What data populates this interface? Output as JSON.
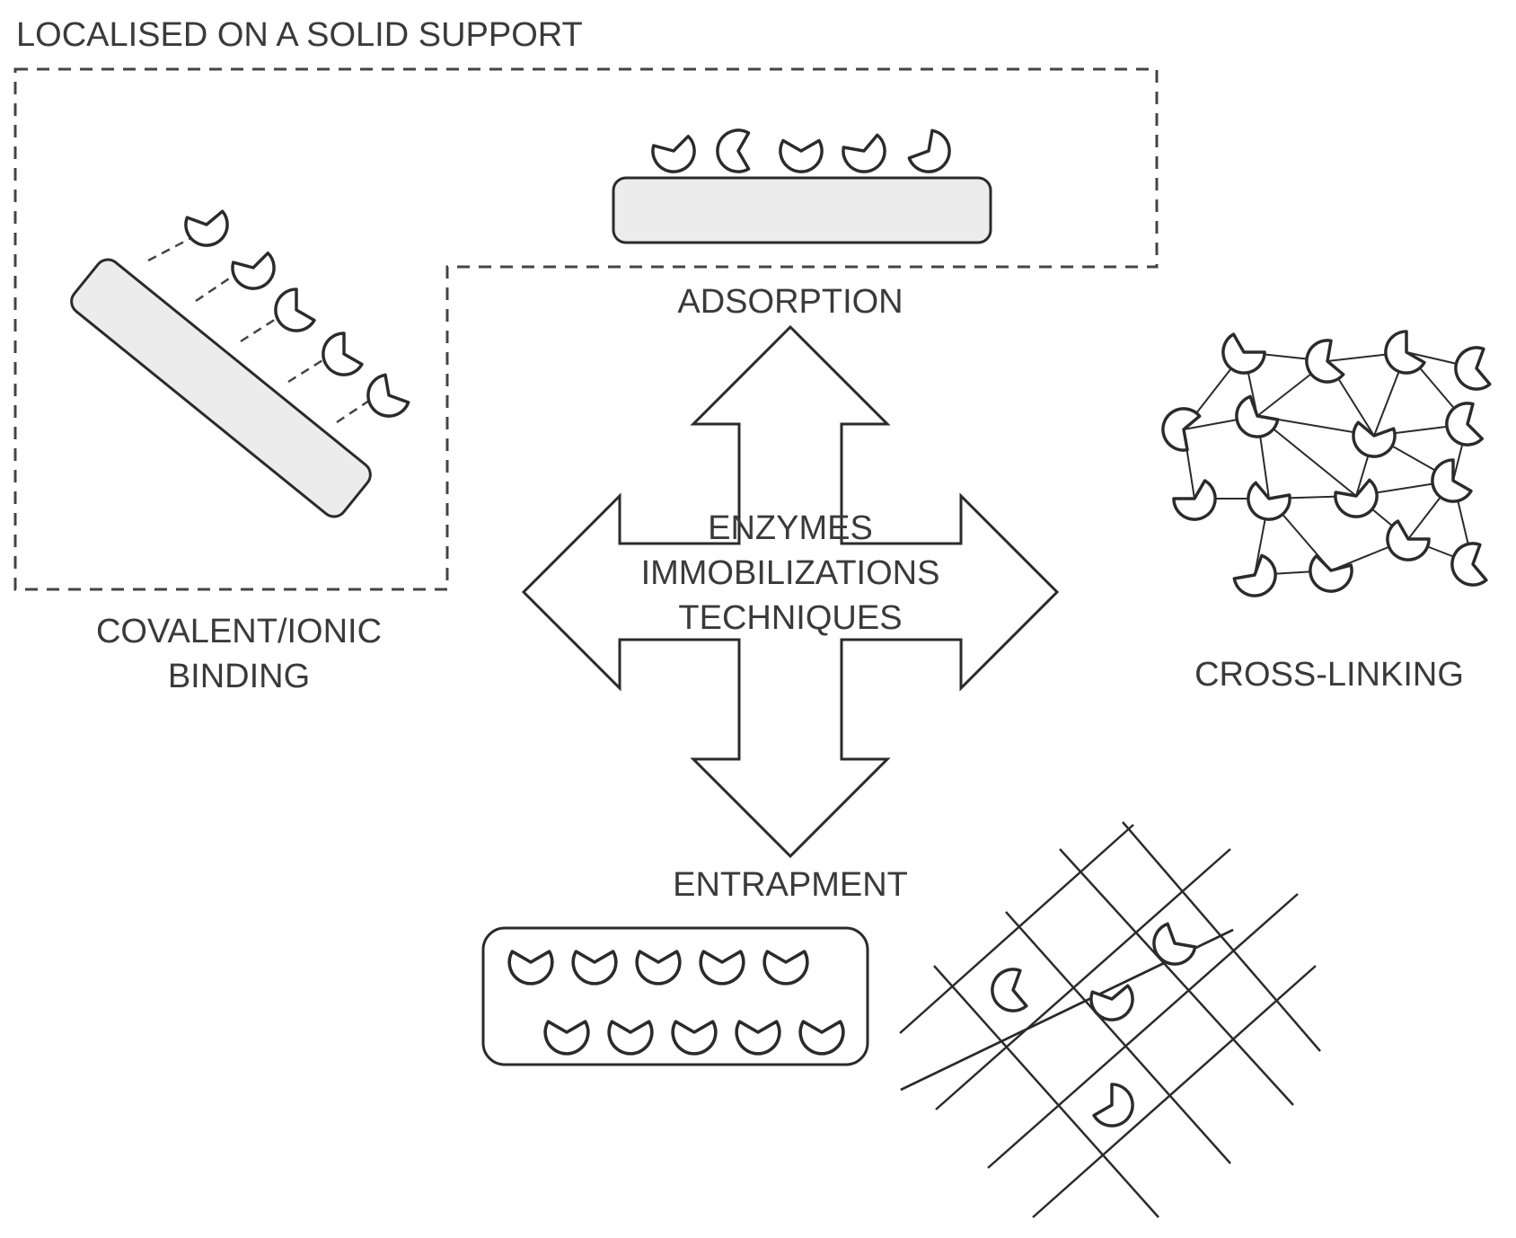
{
  "labels": {
    "localised": "LOCALISED  ON  A SOLID  SUPPORT",
    "adsorption": "ADSORPTION",
    "covalent_line1": "COVALENT/IONIC",
    "covalent_line2": "BINDING",
    "center_line1": "ENZYMES",
    "center_line2": "IMMOBILIZATIONS",
    "center_line3": "TECHNIQUES",
    "cross_linking": "CROSS-LINKING",
    "entrapment": "ENTRAPMENT"
  },
  "colors": {
    "stroke": "#2b2b2b",
    "support_fill": "#ececec",
    "text": "#3a3a3a",
    "background": "#ffffff"
  },
  "icons": {
    "enzyme": "pacman-enzyme-icon",
    "arrow": "four-way-arrow"
  }
}
